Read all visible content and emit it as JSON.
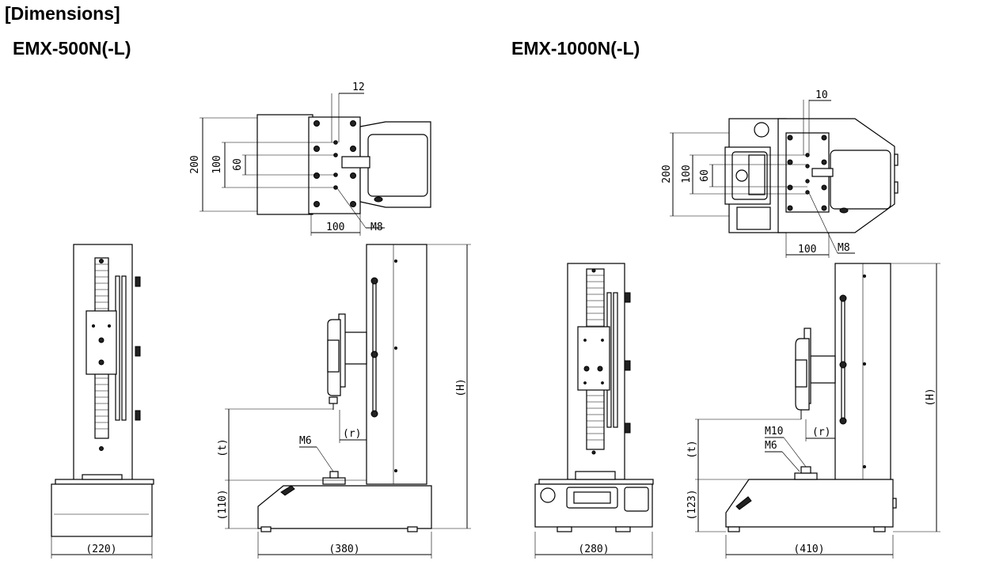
{
  "header": {
    "title": "[Dimensions]"
  },
  "models": [
    {
      "name": "EMX-500N(-L)",
      "top_view": {
        "depth": "200",
        "hole_span_outer": "100",
        "hole_span_inner": "60",
        "offset": "12",
        "width": "100",
        "thread": "M8"
      },
      "front_view": {
        "width": "(220)"
      },
      "side_view": {
        "height": "(H)",
        "travel": "(t)",
        "base_height": "(110)",
        "reach": "(r)",
        "thread": "M6",
        "length": "(380)"
      }
    },
    {
      "name": "EMX-1000N(-L)",
      "top_view": {
        "depth": "200",
        "hole_span_outer": "100",
        "hole_span_inner": "60",
        "offset": "10",
        "width": "100",
        "thread": "M8"
      },
      "front_view": {
        "width": "(280)"
      },
      "side_view": {
        "height": "(H)",
        "travel": "(t)",
        "base_height": "(123)",
        "reach": "(r)",
        "thread_top": "M10",
        "thread": "M6",
        "length": "(410)"
      }
    }
  ]
}
